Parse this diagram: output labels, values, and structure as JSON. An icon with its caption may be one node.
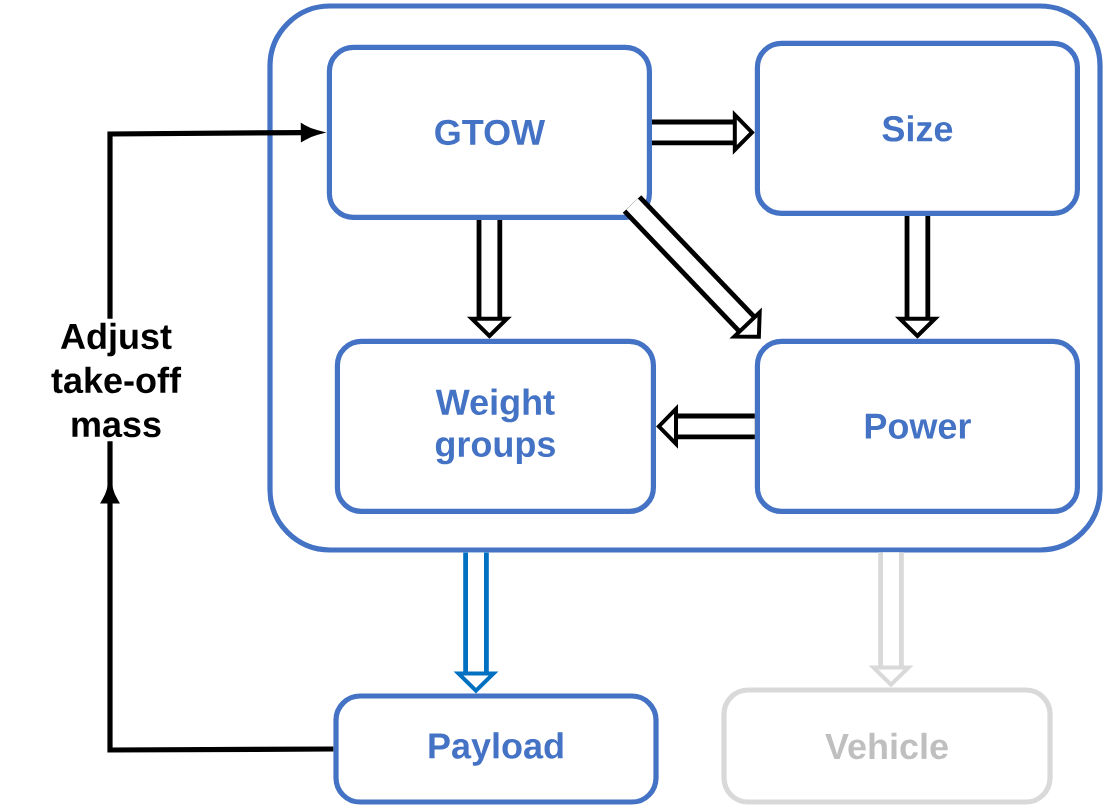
{
  "diagram": {
    "nodes": [
      {
        "text": [],
        "shape": "box"
      },
      {
        "text": [
          "GTOW"
        ],
        "in": 0
      },
      {
        "text": [
          "Size"
        ],
        "in": 0
      },
      {
        "text": [
          "Weight groups"
        ],
        "in": 0
      },
      {
        "text": [
          "Power"
        ],
        "in": 0
      },
      {
        "text": [
          "Payload"
        ]
      },
      {
        "text": [
          "Vehicle"
        ]
      }
    ],
    "edges": [
      {
        "from": 1,
        "to": 2,
        "arrow": "to"
      },
      {
        "from": 1,
        "to": 3,
        "arrow": "to"
      },
      {
        "from": 1,
        "to": 4,
        "arrow": "to"
      },
      {
        "from": 2,
        "to": 4,
        "arrow": "to"
      },
      {
        "from": 4,
        "to": 3,
        "arrow": "to"
      },
      {
        "from": 0,
        "to": 5,
        "arrow": "to",
        "color": "#0070c0"
      },
      {
        "from": 0,
        "to": 6,
        "arrow": "to",
        "color": "#d9d9d9"
      },
      {
        "from": 5,
        "to": 1,
        "arrow": "to",
        "label": "Adjust take-off mass"
      }
    ]
  }
}
